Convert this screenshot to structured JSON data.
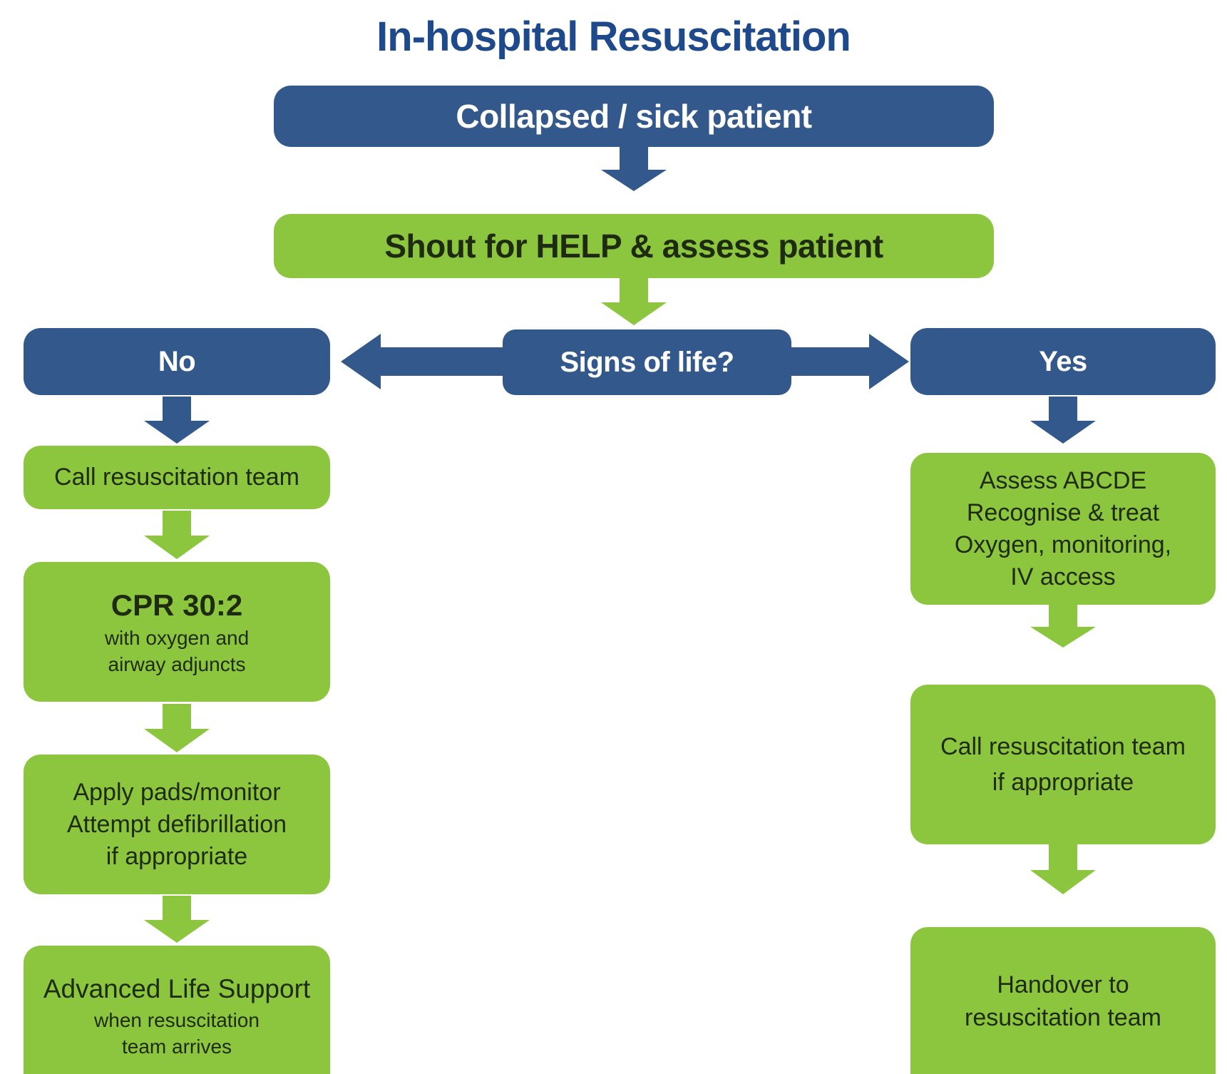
{
  "title": "In-hospital Resuscitation",
  "colors": {
    "box_blue": "#33598C",
    "box_green": "#8CC63E",
    "title_blue": "#1E4A8C",
    "dark_text_on_green": "#1F2B0F",
    "white_text": "#FFFFFF"
  },
  "nodes": {
    "start": "Collapsed / sick patient",
    "shout": "Shout for HELP & assess patient",
    "decision": "Signs of life?",
    "no_label": "No",
    "yes_label": "Yes",
    "call_team": "Call resuscitation team",
    "cpr_title": "CPR 30:2",
    "cpr_sub1": "with oxygen and",
    "cpr_sub2": "airway adjuncts",
    "pads_line1": "Apply pads/monitor",
    "pads_line2": "Attempt defibrillation",
    "pads_line3": "if appropriate",
    "als_title": "Advanced Life Support",
    "als_sub1": "when resuscitation",
    "als_sub2": "team arrives",
    "assess_line1": "Assess ABCDE",
    "assess_line2": "Recognise & treat",
    "assess_line3": "Oxygen, monitoring,",
    "assess_line4": "IV access",
    "call_if_line1": "Call resuscitation team",
    "call_if_line2": "if appropriate",
    "handover_line1": "Handover to",
    "handover_line2": "resuscitation team"
  }
}
